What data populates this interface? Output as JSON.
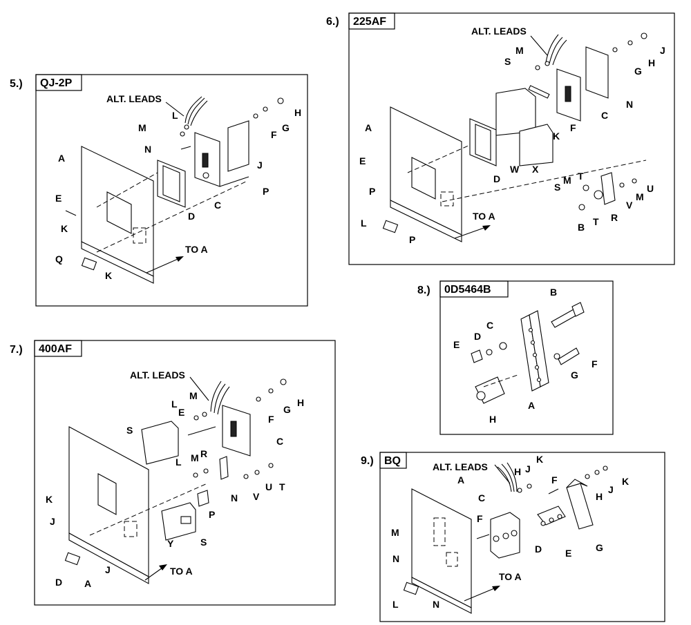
{
  "panels": [
    {
      "number": "5.)",
      "model": "QJ-2P",
      "labels": {
        "alt": "ALT. LEADS",
        "to": "TO A",
        "A": "A",
        "C": "C",
        "D": "D",
        "E": "E",
        "F": "F",
        "G": "G",
        "H": "H",
        "J": "J",
        "K1": "K",
        "K2": "K",
        "L": "L",
        "M": "M",
        "N": "N",
        "P": "P",
        "Q": "Q"
      }
    },
    {
      "number": "6.)",
      "model": "225AF",
      "labels": {
        "alt": "ALT. LEADS",
        "to": "TO A",
        "A": "A",
        "B": "B",
        "C": "C",
        "D": "D",
        "E": "E",
        "F": "F",
        "G": "G",
        "H": "H",
        "J": "J",
        "K": "K",
        "L": "L",
        "M1": "M",
        "M2": "M",
        "M3": "M",
        "N": "N",
        "P1": "P",
        "P2": "P",
        "R": "R",
        "S1": "S",
        "S2": "S",
        "T1": "T",
        "T2": "T",
        "U": "U",
        "V": "V",
        "W": "W",
        "X": "X"
      }
    },
    {
      "number": "7.)",
      "model": "400AF",
      "labels": {
        "alt": "ALT. LEADS",
        "to": "TO A",
        "A": "A",
        "C": "C",
        "D": "D",
        "E": "E",
        "F": "F",
        "G": "G",
        "H": "H",
        "J1": "J",
        "J2": "J",
        "K": "K",
        "L1": "L",
        "L2": "L",
        "M1": "M",
        "M2": "M",
        "N": "N",
        "P": "P",
        "R": "R",
        "S1": "S",
        "S2": "S",
        "T": "T",
        "U": "U",
        "V": "V",
        "Y": "Y"
      }
    },
    {
      "number": "8.)",
      "model": "0D5464B",
      "labels": {
        "A": "A",
        "B": "B",
        "C": "C",
        "D": "D",
        "E": "E",
        "F": "F",
        "G": "G",
        "H": "H"
      }
    },
    {
      "number": "9.)",
      "model": "BQ",
      "labels": {
        "alt": "ALT. LEADS",
        "to": "TO A",
        "A": "A",
        "C": "C",
        "D": "D",
        "E": "E",
        "F1": "F",
        "F2": "F",
        "G": "G",
        "H1": "H",
        "H2": "H",
        "J1": "J",
        "J2": "J",
        "K1": "K",
        "K2": "K",
        "L": "L",
        "M": "M",
        "N1": "N",
        "N2": "N"
      }
    }
  ]
}
